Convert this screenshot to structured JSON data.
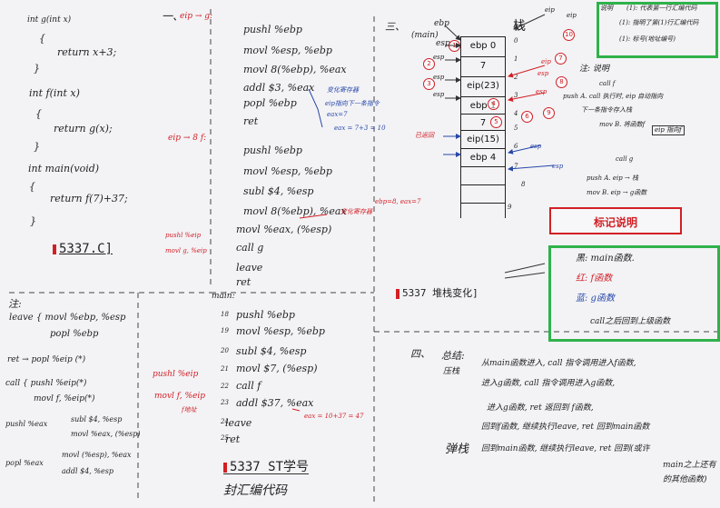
{
  "c_code": {
    "lines": [
      "int g(int x)",
      "{",
      "return x+3;",
      "}",
      "int f(int x)",
      "{",
      "return g(x);",
      "}",
      "int main(void)",
      "{",
      "return f(7)+37;",
      "}"
    ],
    "label": "5337.C]"
  },
  "leave_note": {
    "head": "注:",
    "leave_l1": "leave { movl %ebp, %esp",
    "leave_l2": "popl %ebp",
    "ret": "ret → popl %eip (*)",
    "call_l1": "call { pushl %eip(*)",
    "call_l2": "movl f, %eip(*)",
    "pushl_head": "pushl %eax",
    "pushl_l1": "subl $4, %esp",
    "pushl_l2": "movl %eax, (%esp)",
    "popl_head": "popl %eax",
    "popl_l1": "movl (%esp), %eax",
    "popl_l2": "addl $4, %esp"
  },
  "asm_g": {
    "header": "一、",
    "eip_arrow": "eip → g:",
    "lines": [
      "pushl %ebp",
      "movl %esp, %ebp",
      "movl 8(%ebp), %eax",
      "addl $3, %eax",
      "popl %ebp",
      "ret"
    ],
    "note_change": "变化寄存器",
    "note_eip": "eip指向下一条指令",
    "note_eax": "eax=7",
    "note_result": "eax = 7+3 = 10"
  },
  "asm_f": {
    "eip_label": "eip → 8 f:",
    "lines": [
      "pushl %ebp",
      "movl %esp, %ebp",
      "subl $4, %esp",
      "movl 8(%ebp), %eax",
      "movl %eax, (%esp)",
      "call g",
      "leave",
      "ret"
    ],
    "note_change": "变化寄存器",
    "note_eax": "ebp=8, eax=7",
    "side1": "pushl %eip",
    "side2": "movl g, %eip"
  },
  "asm_main": {
    "label": "main:",
    "lines": [
      "pushl %ebp",
      "movl %esp, %ebp",
      "subl $4, %esp",
      "movl $7, (%esp)",
      "call f",
      "addl $37, %eax",
      "leave",
      "ret"
    ],
    "nums": [
      "18",
      "19",
      "20",
      "21",
      "22",
      "23",
      "24",
      "25"
    ],
    "side1": "pushl %eip",
    "side2": "movl f, %eip",
    "side3": "f地址",
    "result": "eax = 10+37 = 47"
  },
  "sig": {
    "line1": "5337 ST学号",
    "line2": "封汇编代码"
  },
  "stack": {
    "section": "三、",
    "title": "栈",
    "top_labels": [
      "ebp",
      "(main)",
      "esp"
    ],
    "cells": [
      "ebp 0",
      "7",
      "eip(23)",
      "ebp 1",
      "7",
      "eip(15)",
      "ebp 4"
    ],
    "right_nums": [
      "0",
      "1",
      "2",
      "3",
      "4",
      "5",
      "6",
      "7",
      "8",
      "9"
    ],
    "esp_labels": [
      "esp",
      "esp",
      "esp",
      "esp",
      "esp",
      "esp",
      "esp"
    ],
    "eip_labels": [
      "eip",
      "eip",
      "eip"
    ],
    "caption": "5337 堆栈变化]",
    "returned": "已返回"
  },
  "legend_top": {
    "title": "说明",
    "l1": "(1): 代表第一行汇编代码",
    "l2": "(1): 指明了第(1)行汇编代码",
    "l3": "(1): 标号(地址编号)"
  },
  "right_notes": {
    "note": "注: 说明",
    "call_f": "call f",
    "push_a": "push A. call 执行时, eip 自动指向",
    "push_a2": "下一条指令存入栈",
    "mov_b": "mov B. 将函数f",
    "eip_points": "eip 指向f",
    "call_g": "call g",
    "push_g": "push A. eip → 栈",
    "mov_g": "mov B. eip → g函数"
  },
  "legend_bottom": {
    "title": "标记说明",
    "black": "黑: main函数.",
    "red": "红: f函数",
    "blue": "蓝: g函数",
    "note": "call之后回到上级函数"
  },
  "summary": {
    "section": "四、",
    "title": "总结:",
    "push_label": "压栈",
    "push1": "从main函数进入, call 指令调用进入f函数,",
    "push2": "进入g函数, call 指令调用进入g函数,",
    "pop_label": "弹栈",
    "pop1": "进入g函数, ret 返回到 f函数,",
    "pop2": "回到f函数, 继续执行leave, ret 回到main函数",
    "pop3": "回到main函数, 继续执行leave, ret 回到(或许",
    "pop4": "main之上还有",
    "pop5": "的其他函数)"
  },
  "colors": {
    "green": "#2fb24a",
    "red": "#d21f24",
    "blue": "#2747a8",
    "paper": "#f3f3f6"
  }
}
